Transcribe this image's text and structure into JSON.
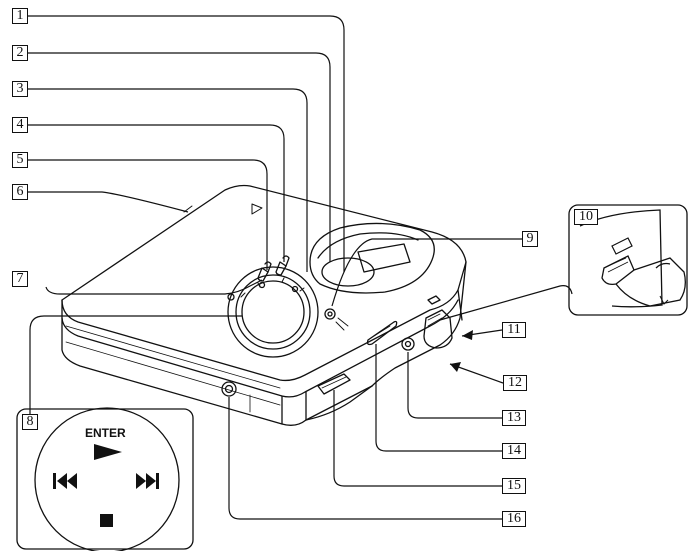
{
  "callouts": [
    "1",
    "2",
    "3",
    "4",
    "5",
    "6",
    "7",
    "8",
    "9",
    "10",
    "11",
    "12",
    "13",
    "14",
    "15",
    "16"
  ],
  "inset_8": {
    "enter_label": "ENTER"
  }
}
